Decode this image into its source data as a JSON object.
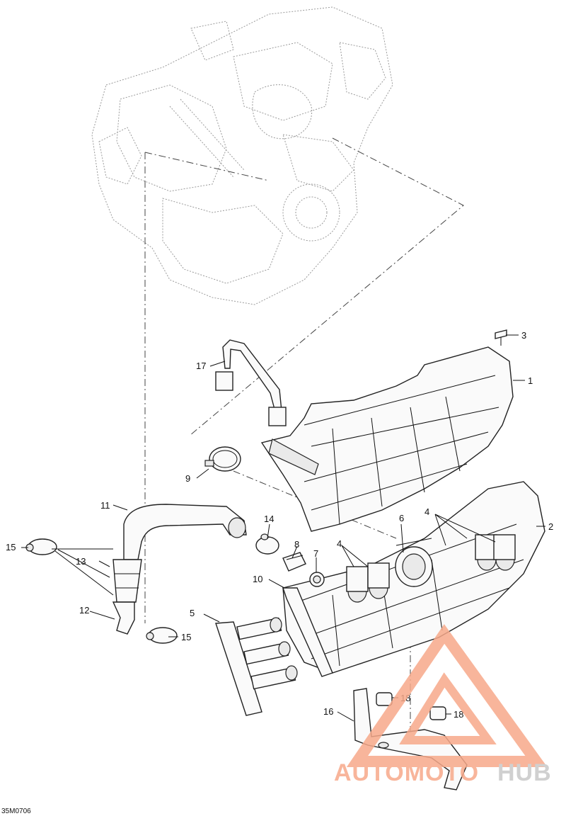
{
  "drawing": {
    "code": "35M0706",
    "callouts": [
      "1",
      "2",
      "3",
      "4",
      "4",
      "5",
      "6",
      "7",
      "8",
      "9",
      "10",
      "11",
      "12",
      "13",
      "14",
      "15",
      "15",
      "16",
      "17",
      "18",
      "18"
    ]
  },
  "watermark": {
    "brand_part1": "AUTOMOTO",
    "brand_part2": "HUB",
    "color_primary": "#f7a98a",
    "color_secondary": "#c8c8c8",
    "icon": "triangle-logo-icon"
  }
}
